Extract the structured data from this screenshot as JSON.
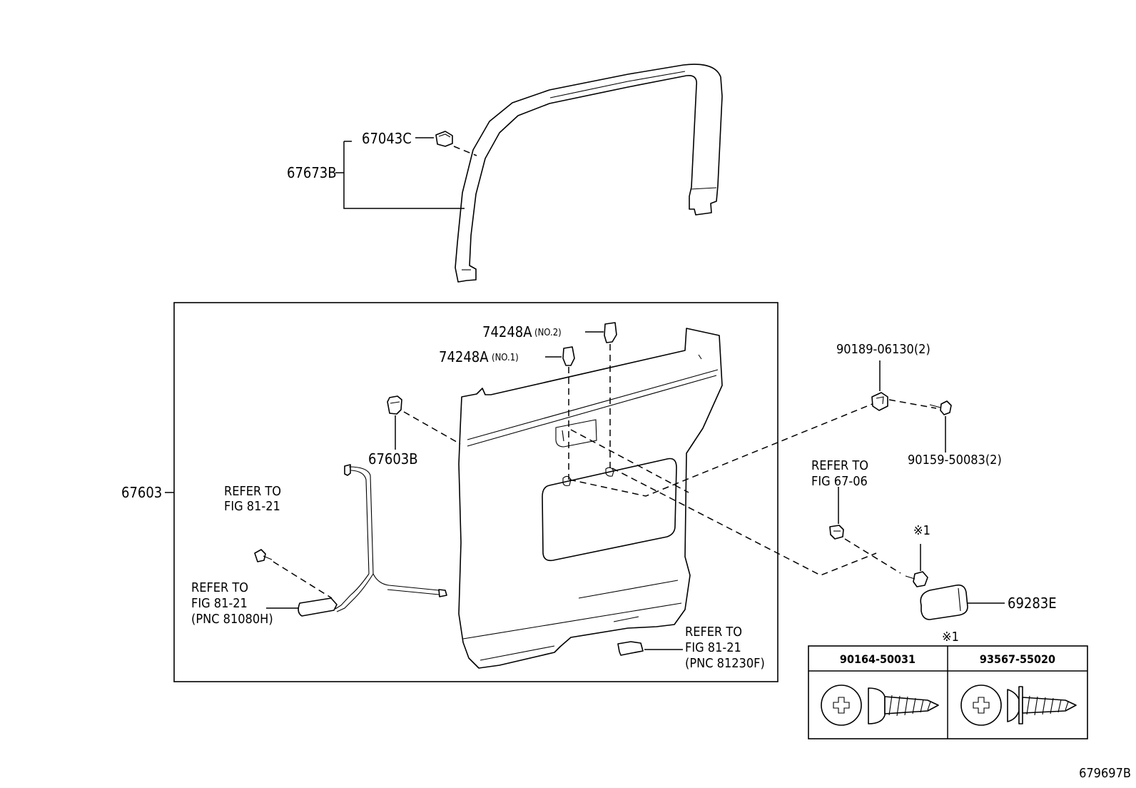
{
  "labels": {
    "l_67043C": "67043C",
    "l_67673B": "67673B",
    "l_74248A_no2": "74248A",
    "l_no2": "(NO.2)",
    "l_74248A_no1": "74248A",
    "l_no1": "(NO.1)",
    "l_67603B": "67603B",
    "l_67603": "67603",
    "l_90189": "90189-06130(2)",
    "l_90159": "90159-50083(2)",
    "l_refer1_a": "REFER TO",
    "l_refer1_b": "FIG 81-21",
    "l_refer2_a": "REFER TO",
    "l_refer2_b": "FIG 81-21",
    "l_refer2_c": "(PNC 81080H)",
    "l_refer3_a": "REFER TO",
    "l_refer3_b": "FIG 81-21",
    "l_refer3_c": "(PNC 81230F)",
    "l_refer4_a": "REFER TO",
    "l_refer4_b": "FIG 67-06",
    "l_star1": "※1",
    "l_69283E": "69283E",
    "l_star1_table": "※1",
    "col1": "90164-50031",
    "col2": "93567-55020",
    "figure_id": "679697B"
  }
}
